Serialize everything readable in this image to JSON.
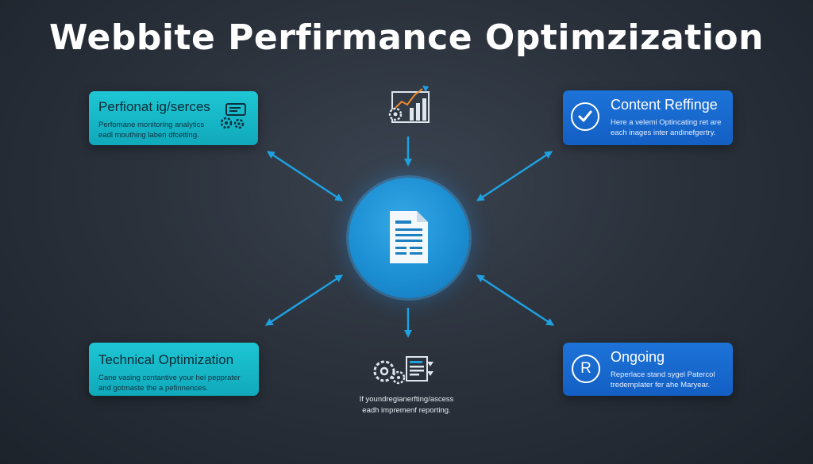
{
  "title": "Webbite Perfirmance Optimzization",
  "hub": {
    "icon": "document-icon"
  },
  "cards": {
    "top_left": {
      "heading": "Perfionat ig/serces",
      "body_lines": [
        "Perfomane monitoring analytics",
        "eadl mouthing laben dfcetting."
      ],
      "icon": "dashboard-gears-icon"
    },
    "top_right": {
      "heading": "Content Reffinge",
      "body_lines": [
        "Here a velemi Optincating ret are",
        "each inages inter andinefgertry."
      ],
      "icon": "check-circle-icon"
    },
    "bottom_left": {
      "heading": "Technical Optimization",
      "body_lines": [
        "Cane vasing contantive your hei pepprater",
        "and gotmaste the a pefinnences."
      ]
    },
    "bottom_right": {
      "heading": "Ongoing",
      "body_lines": [
        "Reperlace stand sygel Patercol",
        "tredemplater fer ahe Maryear."
      ],
      "icon": "registered-circle-icon",
      "icon_glyph": "R"
    }
  },
  "top_node": {
    "icon": "growth-chart-gear-icon"
  },
  "bottom_node": {
    "icon": "gears-document-icon",
    "text_lines": [
      "If youndregianerfting/ascess",
      "eadh impremenf reporting."
    ]
  },
  "colors": {
    "background": "#2b323c",
    "teal": "#14b4c4",
    "blue": "#1565cf",
    "hub": "#1c8fd3",
    "arrow": "#1fa0e0"
  }
}
